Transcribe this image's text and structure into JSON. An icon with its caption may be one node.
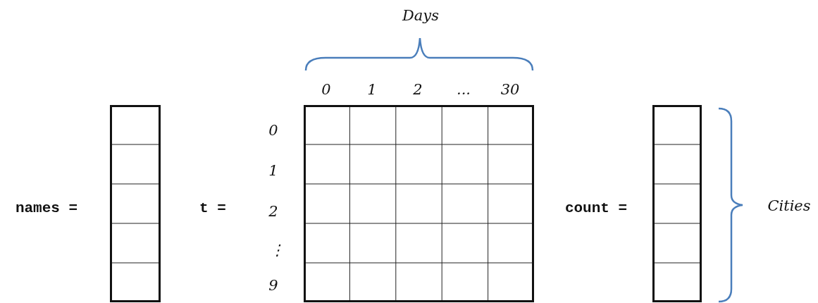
{
  "diagram": {
    "labels": [
      "Days",
      "0",
      "1",
      "2",
      "...",
      "30",
      "names =",
      "t =",
      "0",
      "1",
      "2",
      "⋮",
      "9",
      "count =",
      "Cities"
    ]
  }
}
